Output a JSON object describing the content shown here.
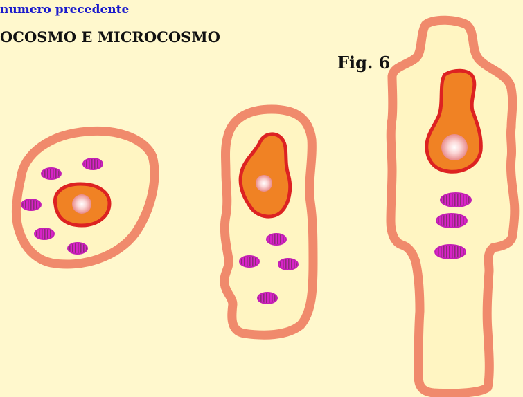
{
  "header": {
    "line1": "numero precedente",
    "line2": "OCOSMO E MICROCOSMO"
  },
  "figure": {
    "label": "Fig. 6",
    "stages": [
      {
        "name": "round-cell",
        "organelles": 5
      },
      {
        "name": "elongated-cell",
        "organelles": 4
      },
      {
        "name": "human-shaped-cell",
        "organelles": 3
      }
    ]
  },
  "colors": {
    "background": "#fff8cd",
    "cell_membrane": "#f08a6c",
    "cytoplasm": "#fff5c2",
    "nucleus_fill": "#f08224",
    "nucleus_border": "#dd2222",
    "organelle_fill": "#d823c8",
    "organelle_stripes": "#8e2a7a",
    "header_blue": "#1a1acc"
  }
}
